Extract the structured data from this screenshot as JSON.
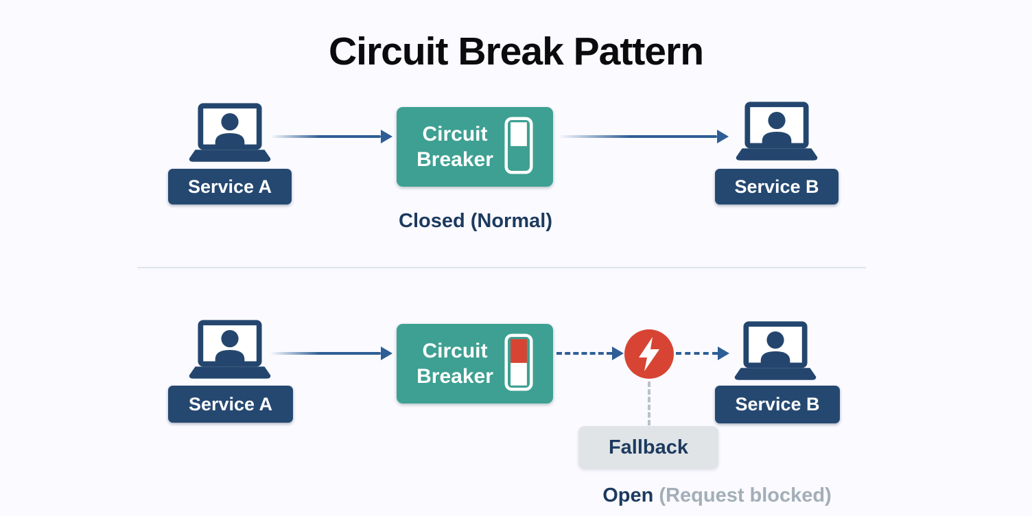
{
  "title": "Circuit Break Pattern",
  "palette": {
    "background": "#fafaff",
    "navy_box": "#254871",
    "navy_icon": "#24466e",
    "arrow_blue": "#2e5e95",
    "teal": "#3da092",
    "error_red": "#d84433",
    "state_text_navy": "#1d3a5f",
    "muted_gray_text": "#a3aeb7",
    "fallback_bg": "#e0e4e6",
    "dashed_gray": "#b8c1c8",
    "divider": "#dfe5e9"
  },
  "icons": {
    "laptop_user": "laptop-user-icon",
    "toggle_switch": "toggle-switch-icon",
    "lightning": "lightning-bolt-icon"
  },
  "rows": {
    "closed": {
      "service_a": "Service A",
      "service_b": "Service B",
      "breaker_line1": "Circuit",
      "breaker_line2": "Breaker",
      "switch_state": "closed",
      "state_label": "Closed (Normal)"
    },
    "open": {
      "service_a": "Service A",
      "service_b": "Service B",
      "breaker_line1": "Circuit",
      "breaker_line2": "Breaker",
      "switch_state": "open",
      "state_label": "Open",
      "state_note": "(Request blocked)",
      "fallback_label": "Fallback"
    }
  }
}
